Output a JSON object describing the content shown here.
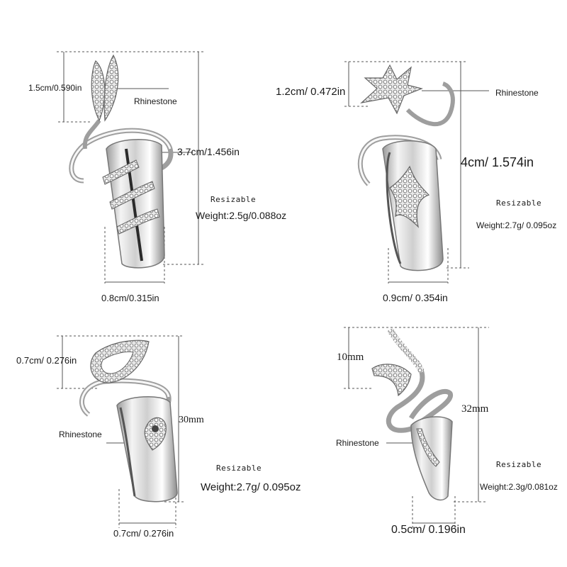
{
  "products": [
    {
      "top_size": "1.5cm/0.590in",
      "height": "3.7cm/1.456in",
      "width": "0.8cm/0.315in",
      "rhinestone": "Rhinestone",
      "resizable": "Resizable",
      "weight": "Weight:2.5g/0.088oz"
    },
    {
      "top_size": "1.2cm/ 0.472in",
      "height": "4cm/ 1.574in",
      "width": "0.9cm/ 0.354in",
      "rhinestone": "Rhinestone",
      "resizable": "Resizable",
      "weight": "Weight:2.7g/ 0.095oz"
    },
    {
      "top_size": "0.7cm/ 0.276in",
      "height": "30mm",
      "width": "0.7cm/ 0.276in",
      "rhinestone": "Rhinestone",
      "resizable": "Resizable",
      "weight": "Weight:2.7g/ 0.095oz"
    },
    {
      "top_size": "10mm",
      "height": "32mm",
      "width": "0.5cm/ 0.196in",
      "rhinestone": "Rhinestone",
      "resizable": "Resizable",
      "weight": "Weight:2.3g/0.081oz"
    }
  ]
}
